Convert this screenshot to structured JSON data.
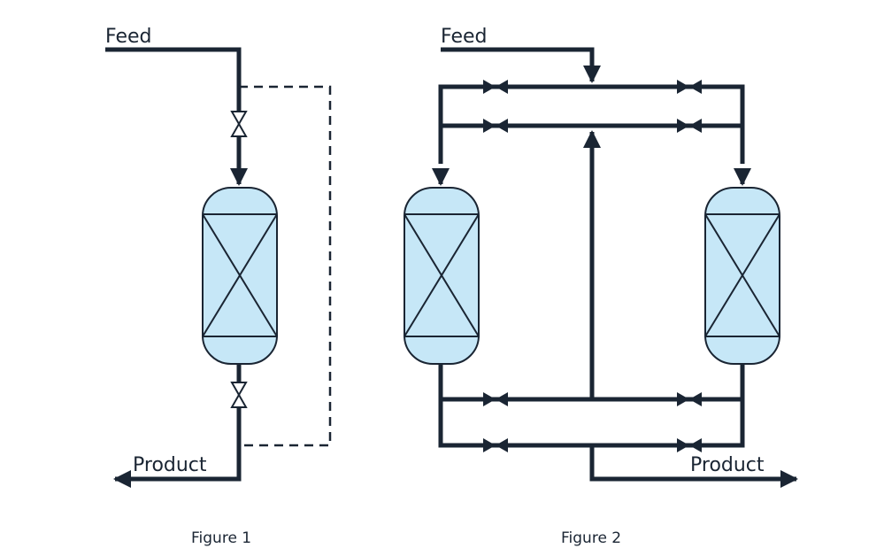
{
  "labels": {
    "fig1_feed": "Feed",
    "fig1_product": "Product",
    "fig2_feed": "Feed",
    "fig2_product": "Product"
  },
  "captions": {
    "figure1": "Figure 1",
    "figure2": "Figure 2"
  },
  "colors": {
    "line": "#1a2533",
    "vessel_fill": "#c6e7f7",
    "background": "#ffffff"
  },
  "icons": [
    "valve-icon",
    "check-valve-icon",
    "arrow-icon",
    "packed-bed-vessel-icon"
  ]
}
